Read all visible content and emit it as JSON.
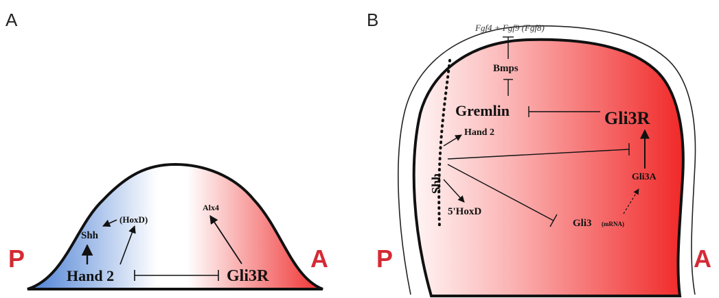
{
  "panel_a": {
    "letter": "A",
    "posterior": "P",
    "anterior": "A",
    "labels": {
      "shh": "Shh",
      "hoxd": "(HoxD)",
      "alx4": "Alx4",
      "hand2": "Hand 2",
      "gli3r": "Gli3R"
    }
  },
  "panel_b": {
    "letter": "B",
    "posterior": "P",
    "anterior": "A",
    "labels": {
      "fgf": "Fgf4 + Fgf9 (Fgf8)",
      "bmps": "Bmps",
      "gremlin": "Gremlin",
      "gli3r": "Gli3R",
      "hand2": "Hand 2",
      "shh": "Shh",
      "gli3a": "Gli3A",
      "hoxd5": "5'HoxD",
      "gli3": "Gli3",
      "mrna": "(mRNA)"
    }
  },
  "colors": {
    "posterior_blue": "#4a7fd4",
    "anterior_red": "#f03030",
    "label_red": "#d42a35"
  }
}
